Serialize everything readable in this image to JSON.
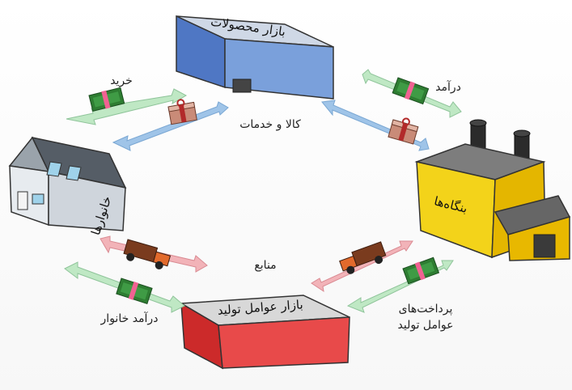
{
  "diagram": {
    "nodes": {
      "goods_market": {
        "label": "بازار محصولات"
      },
      "households": {
        "label": "خانوارها"
      },
      "firms": {
        "label": "بنگاه‌ها"
      },
      "factor_market": {
        "label": "بازار عوامل تولید"
      }
    },
    "flows": {
      "purchase": "خرید",
      "income": "درآمد",
      "goods_services": "کالا و خدمات",
      "resources": "منابع",
      "household_income": "درآمد خانوار",
      "factor_payments_line1": "پرداخت‌های",
      "factor_payments_line2": "عوامل تولید"
    },
    "colors": {
      "goods_market": "#8fb3e0",
      "firms": "#f3d31a",
      "factor_market": "#e84a4a",
      "money_arrow": "#bfe8c4",
      "goods_arrow": "#9fc4e8",
      "resource_arrow": "#f2b3b8"
    },
    "icons": [
      "money-bundle-icon",
      "gift-box-icon",
      "truck-icon"
    ]
  }
}
